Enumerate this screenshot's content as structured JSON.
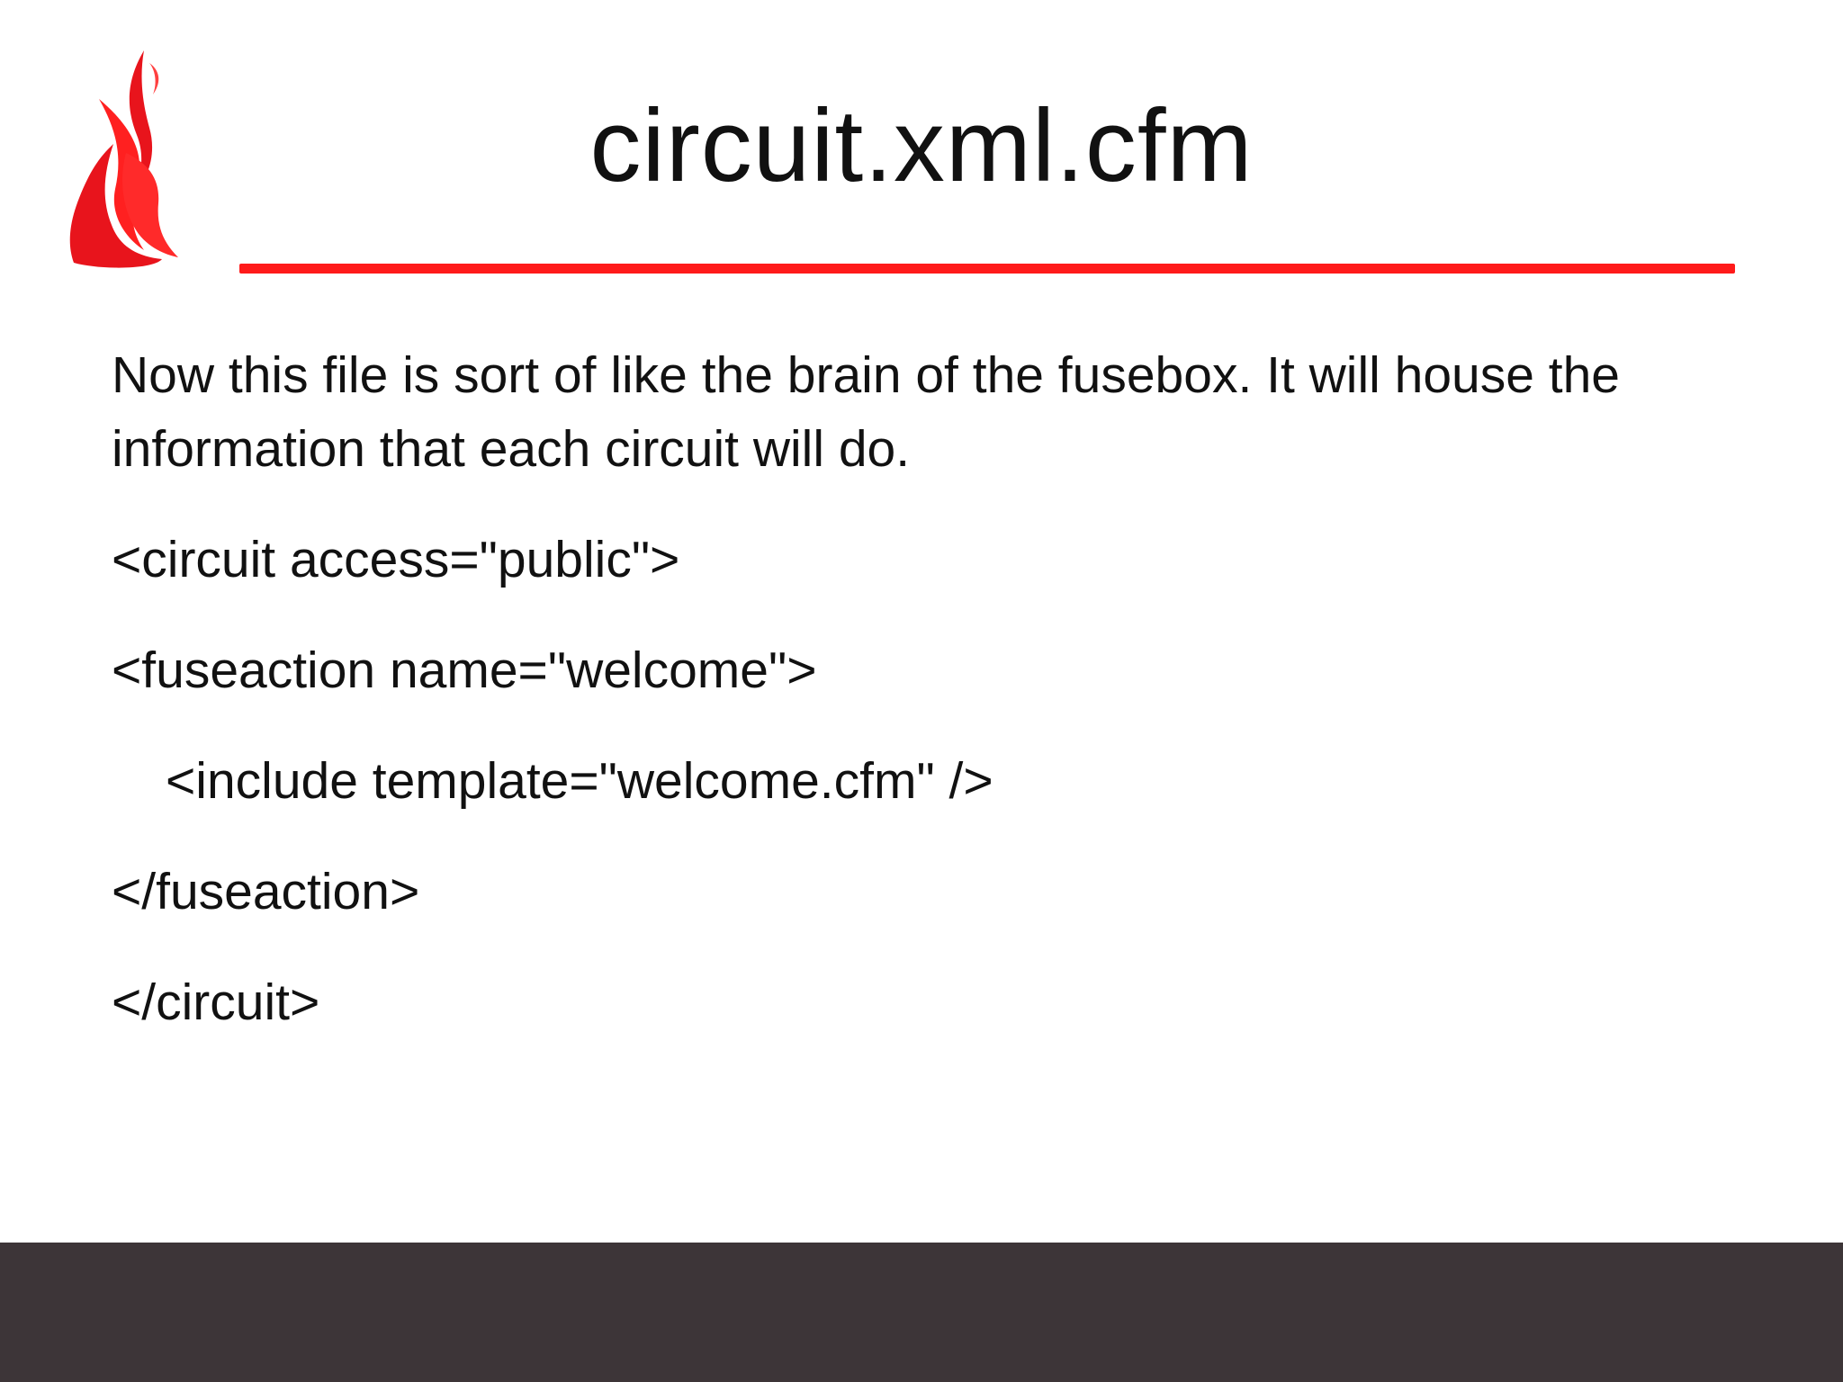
{
  "slide": {
    "title": "circuit.xml.cfm",
    "intro": "Now this file is sort of like the brain of the fusebox. It will house the information that each circuit will do.",
    "code_lines": [
      "<circuit access=\"public\">",
      "<fuseaction name=\"welcome\">",
      "<include template=\"welcome.cfm\" />",
      "</fuseaction>",
      "</circuit>"
    ],
    "accent_color": "#ff1a1a",
    "footer_color": "#3d3538",
    "logo_icon": "flame-icon"
  }
}
